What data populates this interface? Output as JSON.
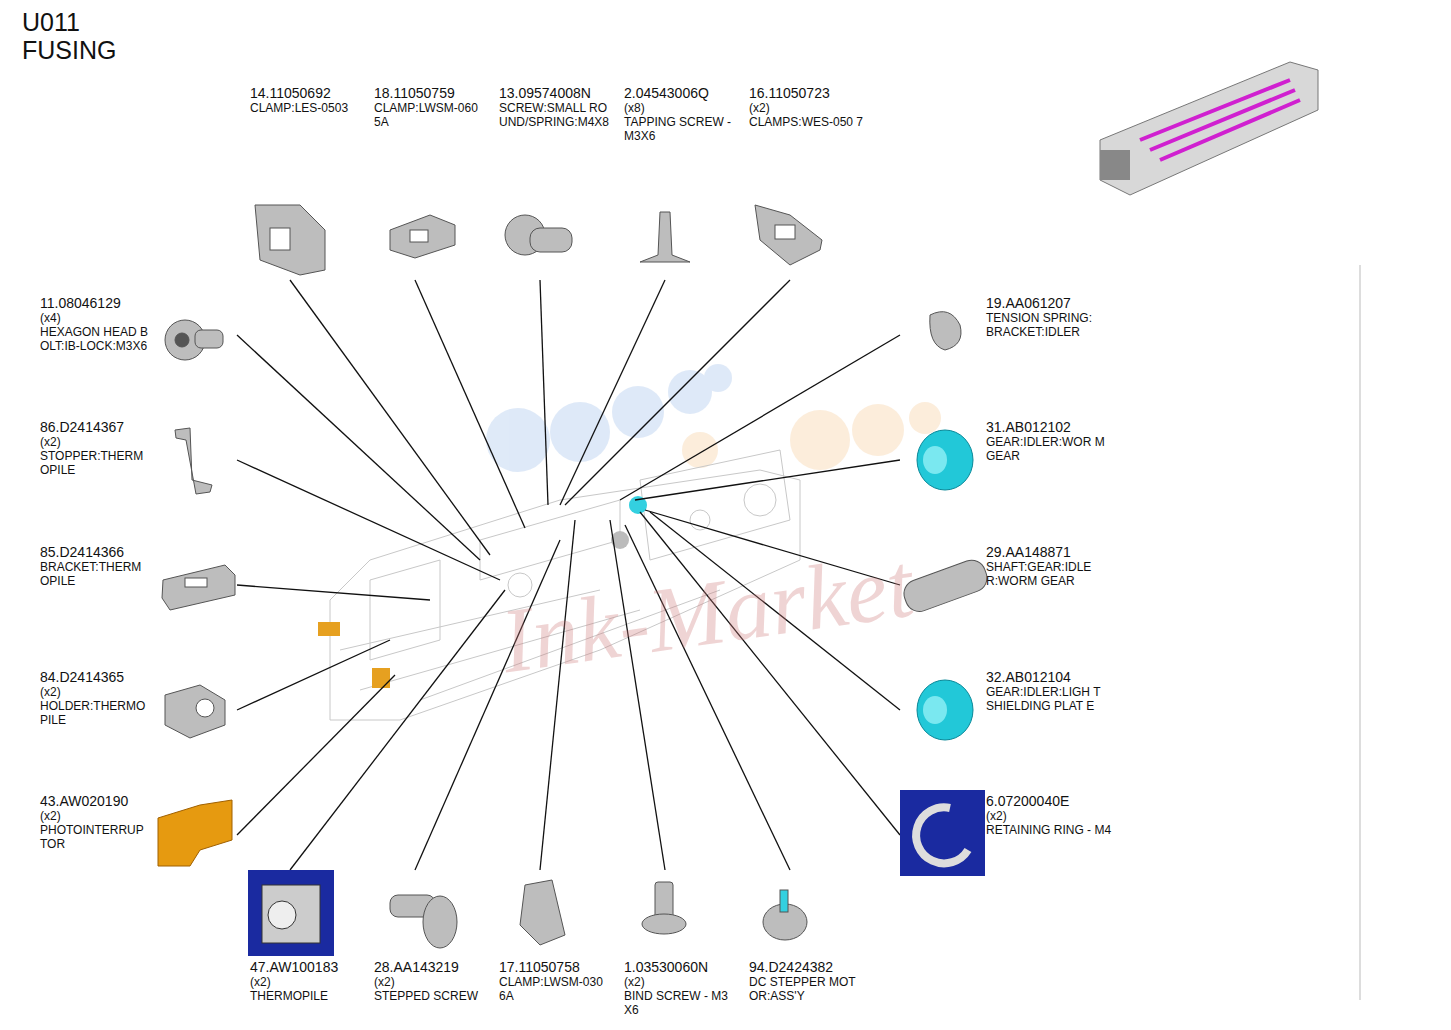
{
  "diagram": {
    "title": "U011 FUSING",
    "labels": [
      "14.11050692",
      "CLAMP:LES-0503",
      "18.11050759",
      "CLAMP:LWSM-060 5A",
      "13.09574008N",
      "SCREW:SMALL RO UND/SPRING:M4X8",
      "2.04543006Q",
      "(x8)",
      "TAPPING SCREW - M3X6",
      "16.11050723",
      "(x2)",
      "CLAMPS:WES-050 7",
      "11.08046129",
      "(x4)",
      "HEXAGON HEAD B OLT:IB-LOCK:M3X6",
      "86.D2414367",
      "(x2)",
      "STOPPER:THERM OPILE",
      "85.D2414366",
      "BRACKET:THERM OPILE",
      "84.D2414365",
      "(x2)",
      "HOLDER:THERMO PILE",
      "43.AW020190",
      "(x2)",
      "PHOTOINTERRUP TOR",
      "19.AA061207",
      "TENSION SPRING: BRACKET:IDLER",
      "31.AB012102",
      "GEAR:IDLER:WOR M GEAR",
      "29.AA148871",
      "SHAFT:GEAR:IDLE R:WORM GEAR",
      "32.AB012104",
      "GEAR:IDLER:LIGH T SHIELDING PLAT E",
      "6.07200040E",
      "(x2)",
      "RETAINING RING - M4",
      "47.AW100183",
      "(x2)",
      "THERMOPILE",
      "28.AA143219",
      "(x2)",
      "STEPPED SCREW",
      "17.11050758",
      "CLAMP:LWSM-030 6A",
      "1.03530060N",
      "(x2)",
      "BIND SCREW - M3 X6",
      "94.D2424382",
      "DC STEPPER MOT OR:ASS'Y",
      "Ink-Market"
    ]
  }
}
